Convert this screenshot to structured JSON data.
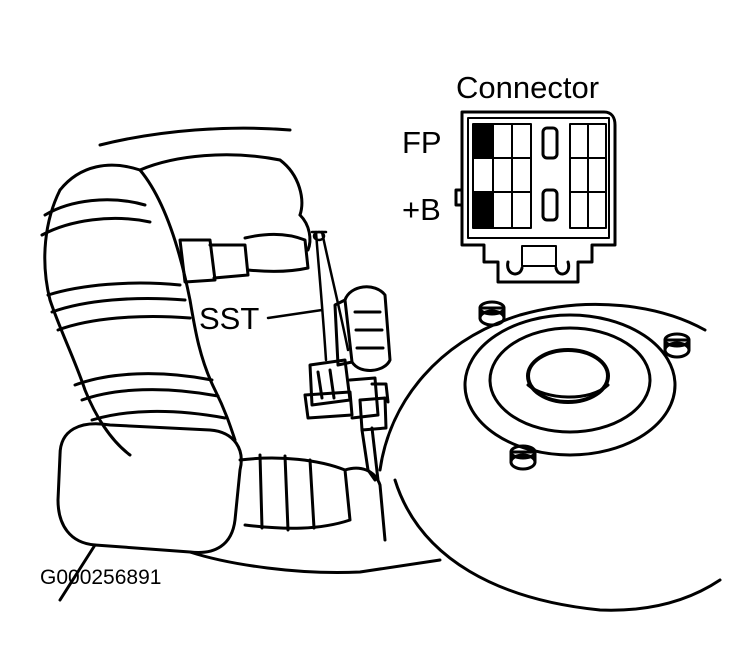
{
  "labels": {
    "connector": "Connector",
    "fp": "FP",
    "plus_b": "+B",
    "sst": "SST"
  },
  "figure_code": "G000256891",
  "colors": {
    "ink": "#000000",
    "paper": "#ffffff"
  }
}
